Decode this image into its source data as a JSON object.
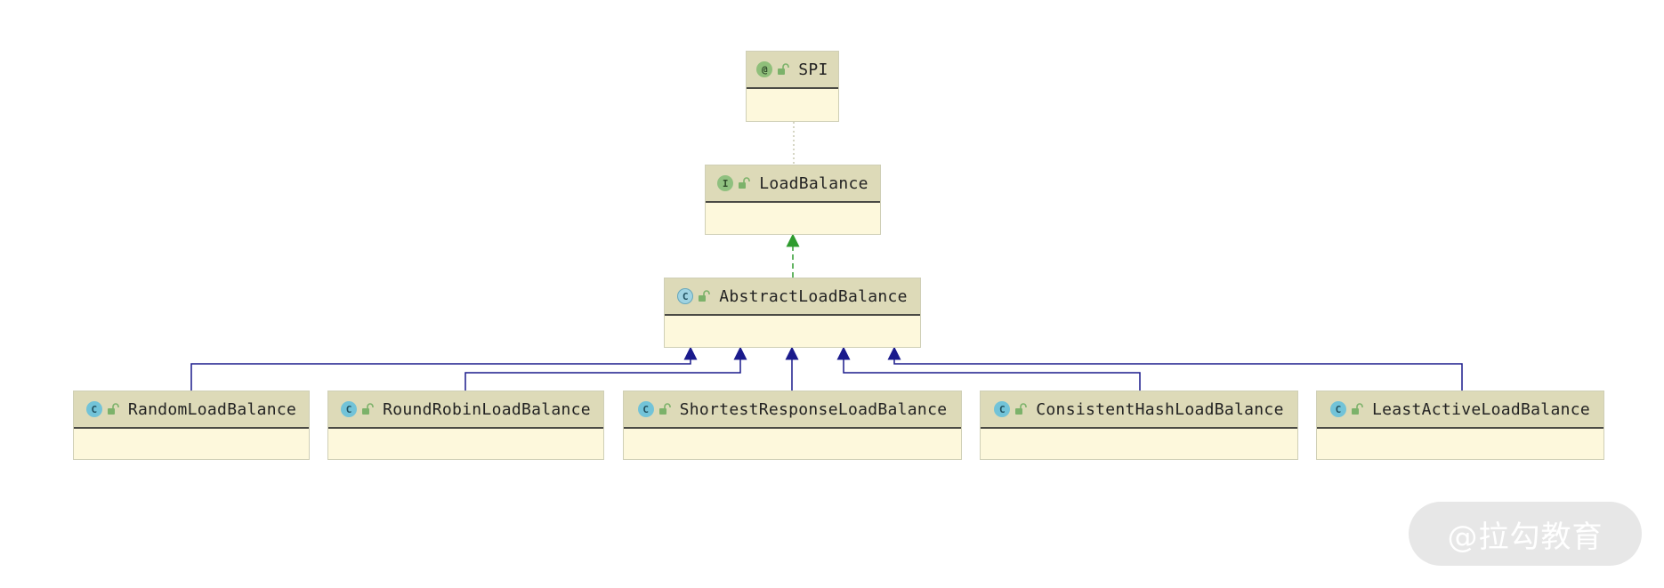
{
  "diagram": {
    "type": "uml-class-hierarchy",
    "nodes": {
      "spi": {
        "title": "SPI",
        "kind": "annotation",
        "kind_letter": "@"
      },
      "load_balance": {
        "title": "LoadBalance",
        "kind": "interface",
        "kind_letter": "I"
      },
      "abstract_load_balance": {
        "title": "AbstractLoadBalance",
        "kind": "abstract-class",
        "kind_letter": "C"
      },
      "random": {
        "title": "RandomLoadBalance",
        "kind": "class",
        "kind_letter": "C"
      },
      "round_robin": {
        "title": "RoundRobinLoadBalance",
        "kind": "class",
        "kind_letter": "C"
      },
      "shortest_response": {
        "title": "ShortestResponseLoadBalance",
        "kind": "class",
        "kind_letter": "C"
      },
      "consistent_hash": {
        "title": "ConsistentHashLoadBalance",
        "kind": "class",
        "kind_letter": "C"
      },
      "least_active": {
        "title": "LeastActiveLoadBalance",
        "kind": "class",
        "kind_letter": "C"
      }
    },
    "edges": [
      {
        "from": "spi",
        "to": "load_balance",
        "style": "dotted",
        "relation": "annotates"
      },
      {
        "from": "abstract_load_balance",
        "to": "load_balance",
        "style": "dashed-arrow",
        "relation": "implements"
      },
      {
        "from": "random",
        "to": "abstract_load_balance",
        "style": "solid-arrow",
        "relation": "extends"
      },
      {
        "from": "round_robin",
        "to": "abstract_load_balance",
        "style": "solid-arrow",
        "relation": "extends"
      },
      {
        "from": "shortest_response",
        "to": "abstract_load_balance",
        "style": "solid-arrow",
        "relation": "extends"
      },
      {
        "from": "consistent_hash",
        "to": "abstract_load_balance",
        "style": "solid-arrow",
        "relation": "extends"
      },
      {
        "from": "least_active",
        "to": "abstract_load_balance",
        "style": "solid-arrow",
        "relation": "extends"
      }
    ],
    "colors": {
      "node_body": "#fdf8dc",
      "node_header": "#dddab8",
      "extends_line": "#1a1a8c",
      "implements_line": "#2e9b2e",
      "annotation_line": "#c9c9b0"
    }
  },
  "watermark": {
    "text": "@拉勾教育"
  }
}
